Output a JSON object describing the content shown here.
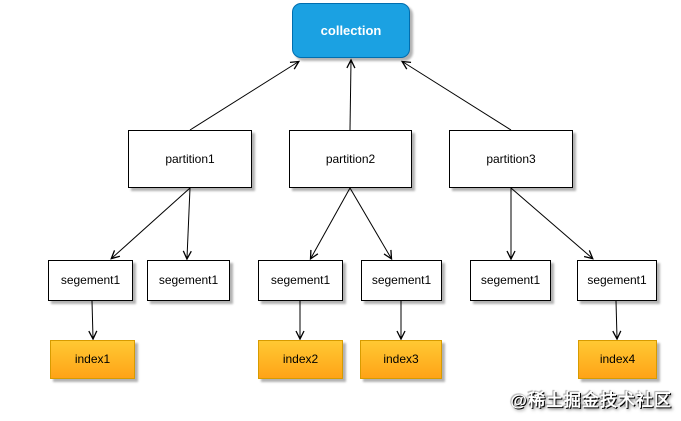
{
  "diagram": {
    "nodes": {
      "collection": {
        "id": "collection",
        "label": "collection"
      },
      "partitions": [
        {
          "id": "partition1",
          "label": "partition1"
        },
        {
          "id": "partition2",
          "label": "partition2"
        },
        {
          "id": "partition3",
          "label": "partition3"
        }
      ],
      "segments": [
        {
          "id": "segment1",
          "label": "segement1"
        },
        {
          "id": "segment2",
          "label": "segement1"
        },
        {
          "id": "segment3",
          "label": "segement1"
        },
        {
          "id": "segment4",
          "label": "segement1"
        },
        {
          "id": "segment5",
          "label": "segement1"
        },
        {
          "id": "segment6",
          "label": "segement1"
        }
      ],
      "indexes": [
        {
          "id": "index1",
          "label": "index1"
        },
        {
          "id": "index2",
          "label": "index2"
        },
        {
          "id": "index3",
          "label": "index3"
        },
        {
          "id": "index4",
          "label": "index4"
        }
      ]
    },
    "edges": [
      {
        "from": "partition1",
        "to": "collection"
      },
      {
        "from": "partition2",
        "to": "collection"
      },
      {
        "from": "partition3",
        "to": "collection"
      },
      {
        "from": "partition1",
        "to": "segment1"
      },
      {
        "from": "partition1",
        "to": "segment2"
      },
      {
        "from": "partition2",
        "to": "segment3"
      },
      {
        "from": "partition2",
        "to": "segment4"
      },
      {
        "from": "partition3",
        "to": "segment5"
      },
      {
        "from": "partition3",
        "to": "segment6"
      },
      {
        "from": "segment1",
        "to": "index1"
      },
      {
        "from": "segment3",
        "to": "index2"
      },
      {
        "from": "segment4",
        "to": "index3"
      },
      {
        "from": "segment6",
        "to": "index4"
      }
    ],
    "colors": {
      "collection_fill": "#1ba1e2",
      "collection_border": "#006eaf",
      "collection_text": "#ffffff",
      "box_fill": "#ffffff",
      "box_border": "#000000",
      "index_fill_top": "#ffc933",
      "index_fill_bottom": "#ffa317",
      "index_border": "#d79b00",
      "connector": "#000000"
    }
  },
  "watermark": {
    "text": "@稀土掘金技术社区"
  }
}
